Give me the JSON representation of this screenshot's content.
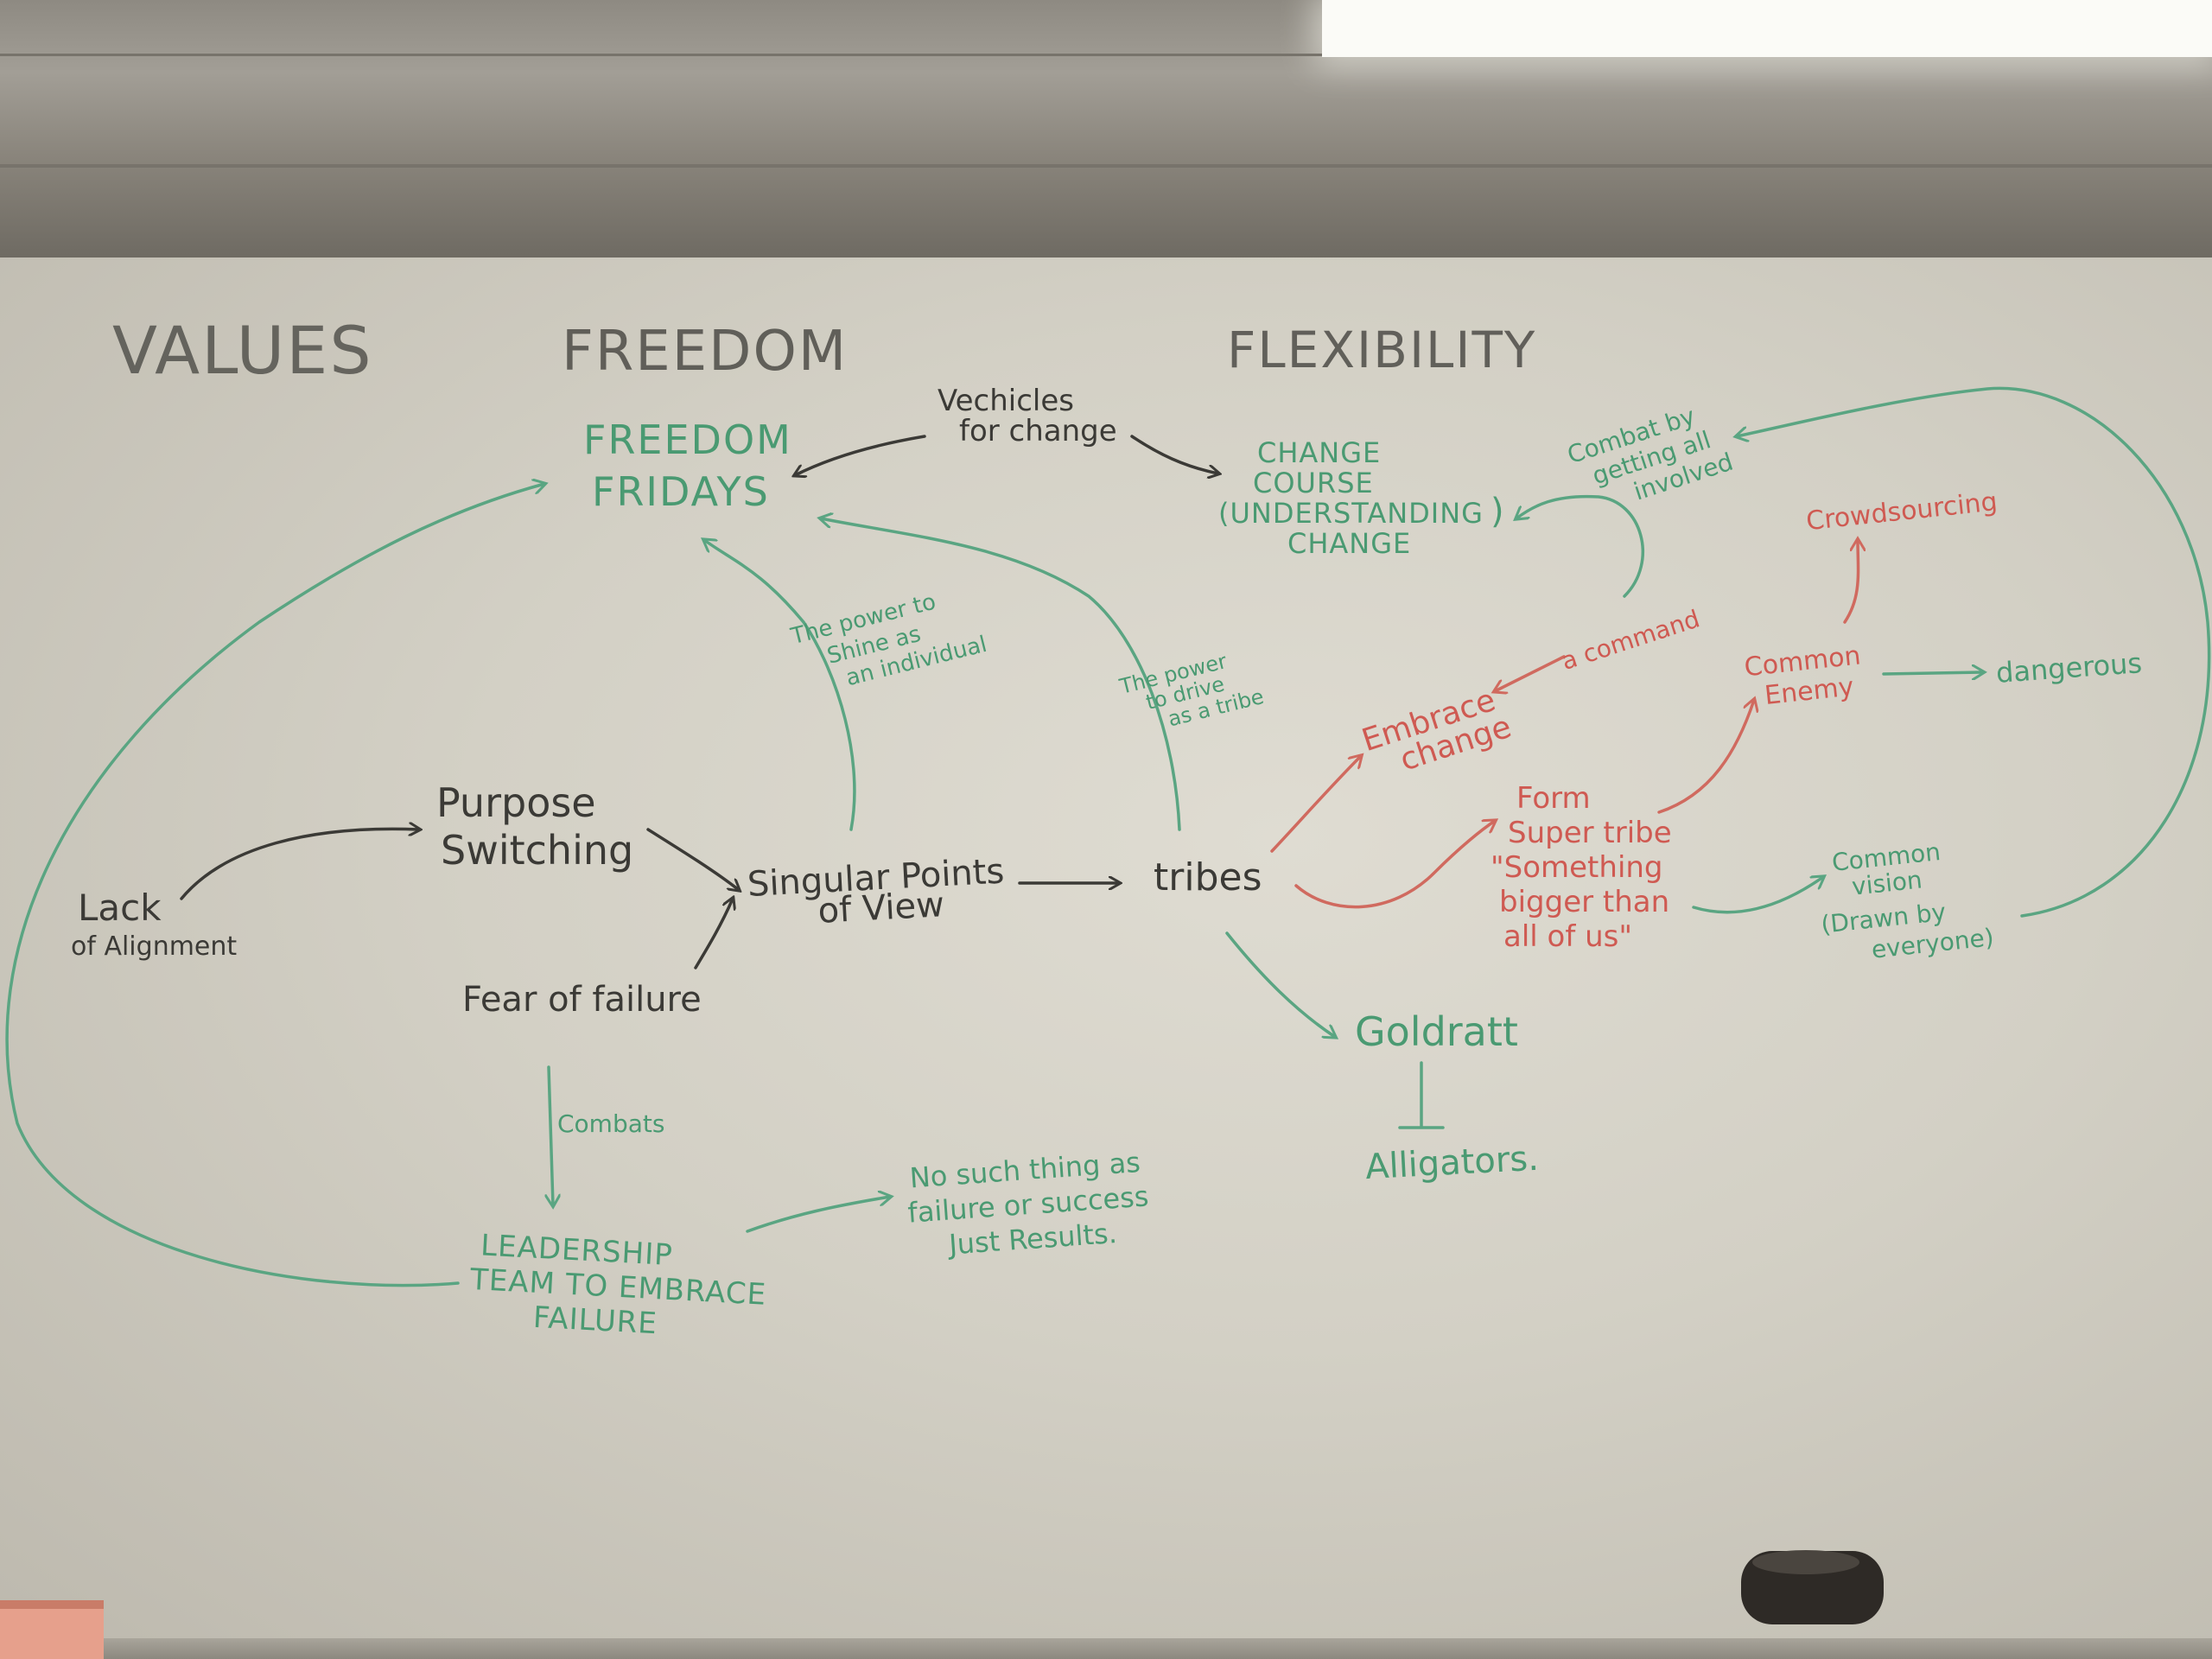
{
  "headings": {
    "values": "VALUES",
    "freedom": "FREEDOM",
    "flexibility": "FLEXIBILITY"
  },
  "nodes": {
    "freedom_fridays": [
      "FREEDOM",
      "FRIDAYS"
    ],
    "vehicles_for_change": [
      "Vechicles",
      "for change"
    ],
    "change_course": [
      "CHANGE",
      "COURSE",
      "(UNDERSTANDING",
      "CHANGE"
    ],
    "combat_getting_all_involved": [
      "Combat by",
      "getting all",
      "involved"
    ],
    "crowdsourcing": "Crowdsourcing",
    "power_to_shine": [
      "The power to",
      "Shine as",
      "an individual"
    ],
    "power_to_drive": [
      "The power",
      "to drive",
      "as a tribe"
    ],
    "a_command": "a command",
    "embrace_change": [
      "Embrace",
      "change"
    ],
    "common_enemy": [
      "Common",
      "Enemy"
    ],
    "dangerous": "dangerous",
    "purpose_switching": [
      "Purpose",
      "Switching"
    ],
    "lack_of_alignment": [
      "Lack",
      "of Alignment"
    ],
    "singular_points_of_view": [
      "Singular Points",
      "of View"
    ],
    "tribes": "tribes",
    "form_super_tribe": [
      "Form",
      "Super tribe",
      "\"Something",
      "bigger than",
      "all of us\""
    ],
    "common_vision": [
      "Common",
      "vision",
      "(Drawn by",
      "everyone)"
    ],
    "fear_of_failure": "Fear of failure",
    "goldratt": "Goldratt",
    "alligators": "Alligators.",
    "combats": "Combats",
    "leadership_team": [
      "LEADERSHIP",
      "TEAM TO EMBRACE",
      "FAILURE"
    ],
    "no_such_thing": [
      "No such thing as",
      "failure or success",
      "Just Results."
    ]
  },
  "colors": {
    "black_ink": "#3b3a36",
    "green_ink": "#4a9a72",
    "red_ink": "#cf5a52",
    "board": "#d8d5cb"
  }
}
